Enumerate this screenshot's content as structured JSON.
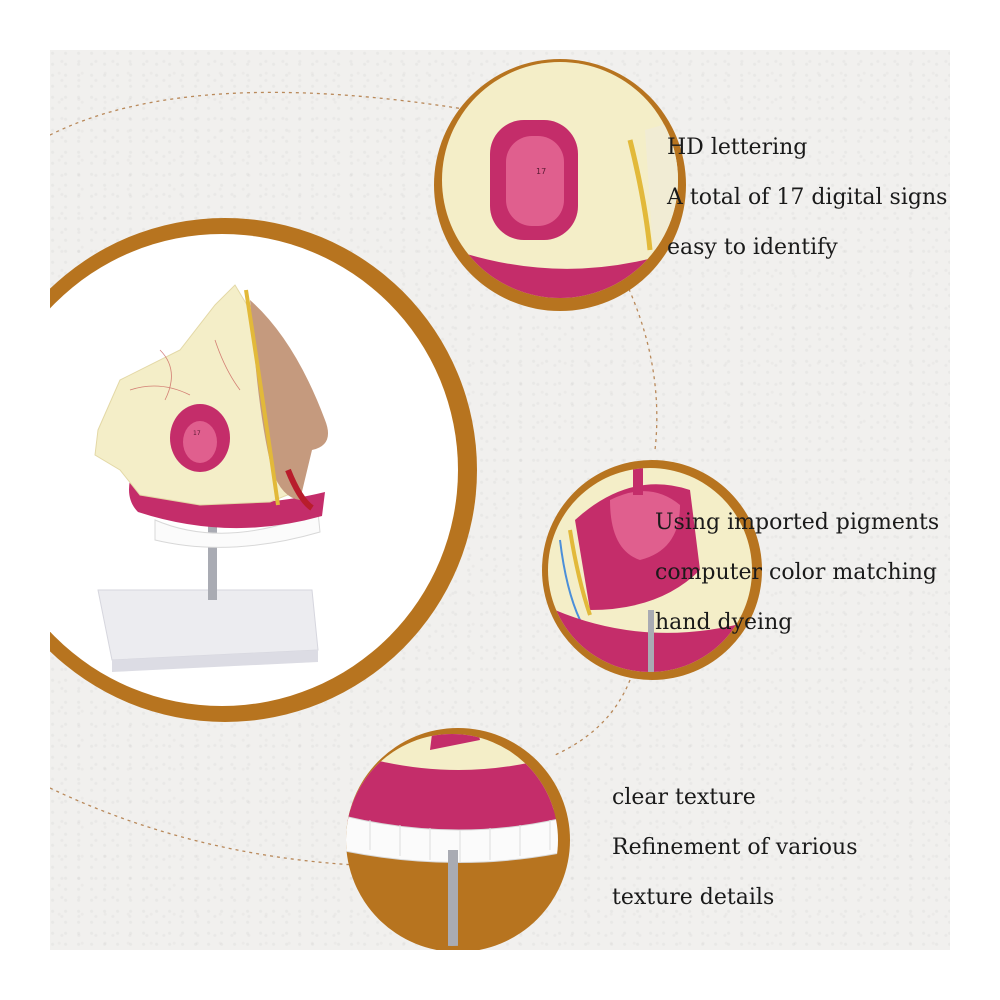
{
  "captions": {
    "lettering": [
      "HD lettering",
      "A total of 17 digital signs",
      "easy to identify"
    ],
    "pigments": [
      "Using imported pigments",
      "computer color matching",
      "hand dyeing"
    ],
    "texture": [
      "clear texture",
      "Refinement of various",
      "texture details"
    ]
  },
  "model_label": "17",
  "colors": {
    "background": "#f1f0ee",
    "accent_brown": "#b7741f",
    "mucosa_pink": "#c42d6a",
    "bone_cream": "#f4eec8"
  }
}
